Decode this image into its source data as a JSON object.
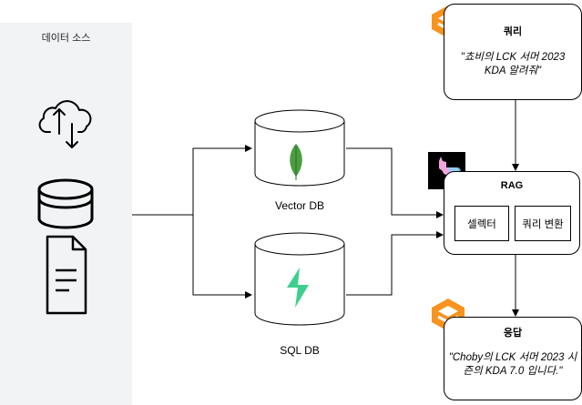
{
  "sidebar": {
    "title": "데이터 소스"
  },
  "databases": {
    "vector": {
      "label": "Vector DB"
    },
    "sql": {
      "label": "SQL DB"
    }
  },
  "query": {
    "title": "쿼리",
    "text_line1": "\"쵸비의 LCK 서머 2023",
    "text_line2": "KDA 알려줘\""
  },
  "rag": {
    "title": "RAG",
    "selector_label": "셀렉터",
    "transform_label": "쿼리 변환"
  },
  "response": {
    "title": "응답",
    "text_line1": "\"Choby의 LCK 서머 2023 시",
    "text_line2": "즌의 KDA 7.0 입니다.\""
  },
  "colors": {
    "sidebar_bg": "#f1f3f4",
    "orange": "#f7931e",
    "mongo_green": "#4a9e3f",
    "supabase_green": "#3ecf8e"
  }
}
